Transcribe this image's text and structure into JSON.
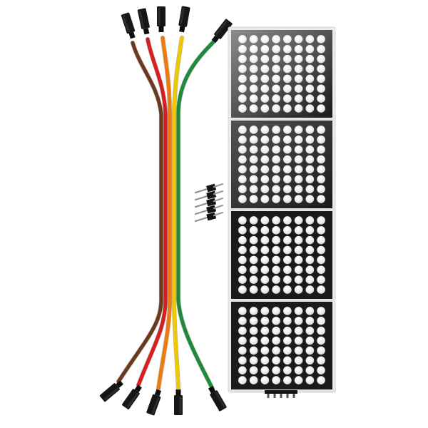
{
  "scene": {
    "background": "#ffffff",
    "subject": "max7219-dot-matrix-kit",
    "module_count": 4,
    "matrix_rows_per_module": 8,
    "matrix_cols_per_module": 8,
    "header_pin_count": 5,
    "loose_header_pin_count": 5,
    "wire_colors": [
      "#6b3a1e",
      "#d42020",
      "#ee7a10",
      "#f0c800",
      "#1f8a3a"
    ],
    "connector_color": "#161616",
    "led_color": "#f3f3f1",
    "module_bezel_color": "#1a1a1a",
    "pcb_edge_color": "#e9ecec"
  }
}
